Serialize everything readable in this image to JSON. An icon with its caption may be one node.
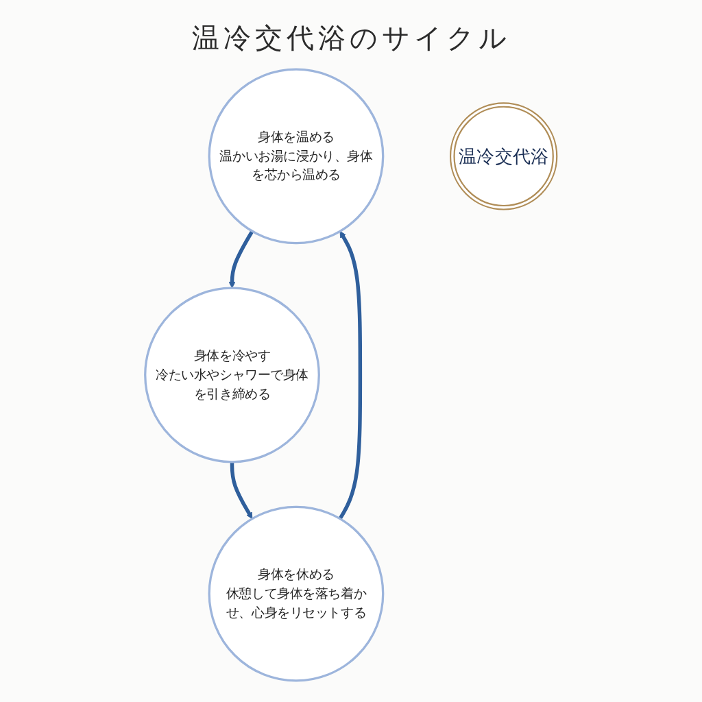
{
  "diagram": {
    "title": "温冷交代浴のサイクル",
    "nodes": [
      {
        "text": [
          "身体を温める",
          "温かいお湯に浸かり、身体を芯から温める"
        ]
      },
      {
        "text": [
          "温冷交代浴"
        ]
      },
      {
        "text": [
          "身体を休める",
          "休憩して身体を落ち着かせ、心身をリセットする"
        ]
      },
      {
        "text": [
          "身体を冷やす",
          "冷たい水やシャワーで身体を引き締める"
        ]
      }
    ],
    "edges": [
      {
        "from": 0,
        "to": 3,
        "arrow": "to"
      },
      {
        "from": 3,
        "to": 2,
        "arrow": "to"
      },
      {
        "from": 2,
        "to": 0,
        "arrow": "to"
      }
    ]
  }
}
